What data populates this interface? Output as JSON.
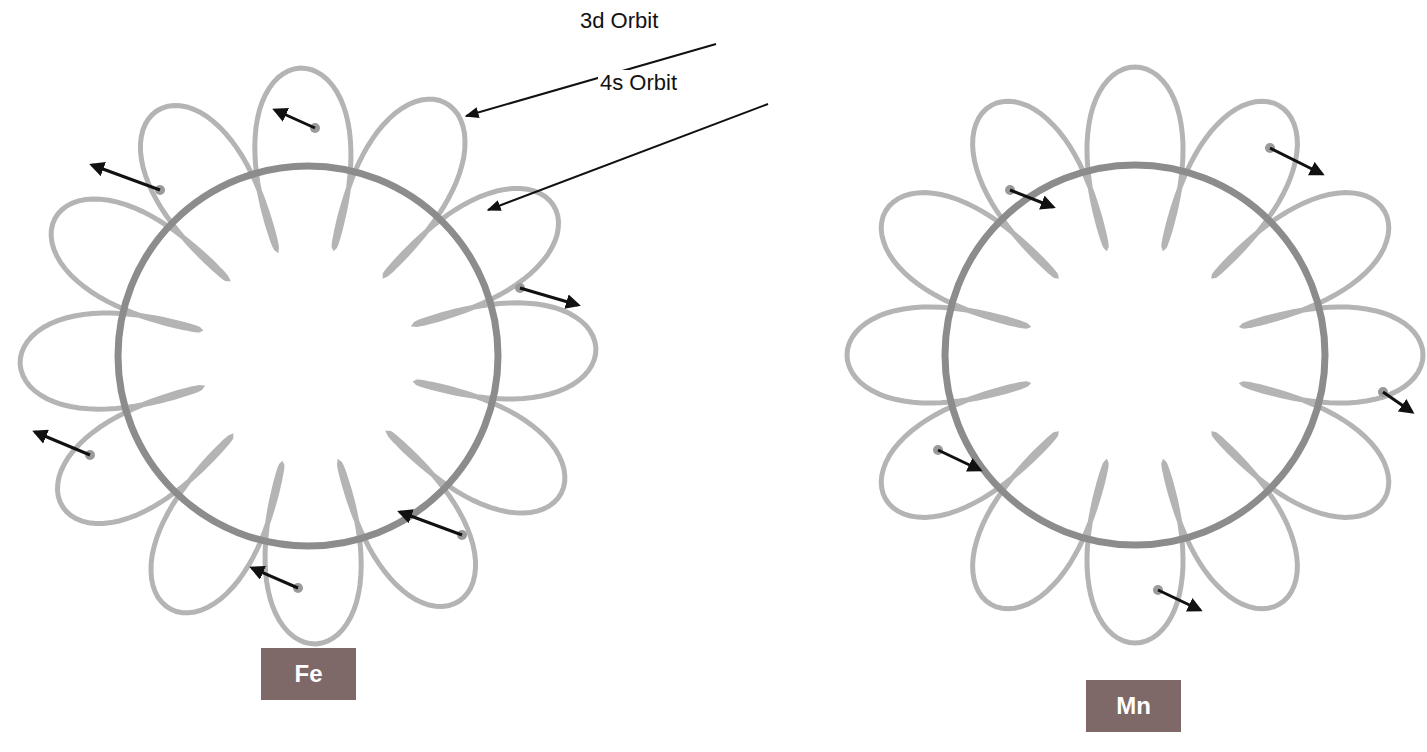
{
  "diagram": {
    "nodes": [
      {
        "text": [
          "Fe"
        ]
      },
      {
        "text": [
          "Mn"
        ]
      }
    ],
    "labels": [
      "3d Orbit",
      "4s Orbit"
    ]
  }
}
